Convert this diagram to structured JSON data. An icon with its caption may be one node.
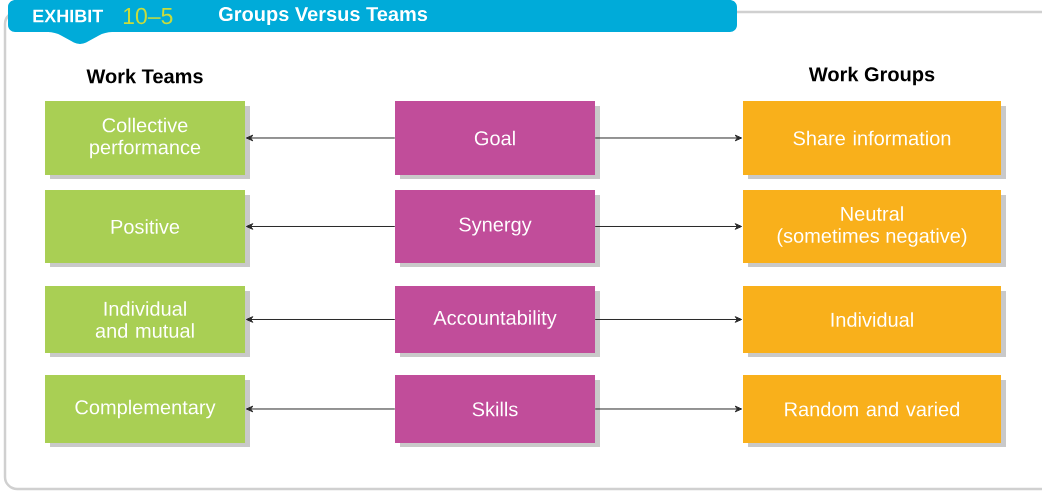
{
  "diagram": {
    "title": "Groups Versus Teams",
    "nodes": [
      {
        "text": [
          "Collective performance"
        ]
      },
      {
        "text": [
          "Goal"
        ]
      },
      {
        "text": [
          "Share information"
        ]
      },
      {
        "text": [
          "Positive"
        ]
      },
      {
        "text": [
          "Synergy"
        ]
      },
      {
        "text": [
          "Neutral (sometimes negative)"
        ]
      },
      {
        "text": [
          "Individual and mutual"
        ]
      },
      {
        "text": [
          "Accountability"
        ]
      },
      {
        "text": [
          "Individual"
        ]
      },
      {
        "text": [
          "Complementary"
        ]
      },
      {
        "text": [
          "Skills"
        ]
      },
      {
        "text": [
          "Random and varied"
        ]
      }
    ],
    "edges": [
      {
        "from": 1,
        "to": 0,
        "arrow": "to"
      },
      {
        "from": 1,
        "to": 2,
        "arrow": "to"
      },
      {
        "from": 4,
        "to": 3,
        "arrow": "to"
      },
      {
        "from": 4,
        "to": 5,
        "arrow": "to"
      },
      {
        "from": 7,
        "to": 6,
        "arrow": "to"
      },
      {
        "from": 7,
        "to": 8,
        "arrow": "to"
      },
      {
        "from": 10,
        "to": 9,
        "arrow": "to"
      },
      {
        "from": 10,
        "to": 11,
        "arrow": "to"
      }
    ],
    "labels": [
      "EXHIBIT",
      "10–5",
      "Work Teams",
      "Work Groups"
    ]
  }
}
